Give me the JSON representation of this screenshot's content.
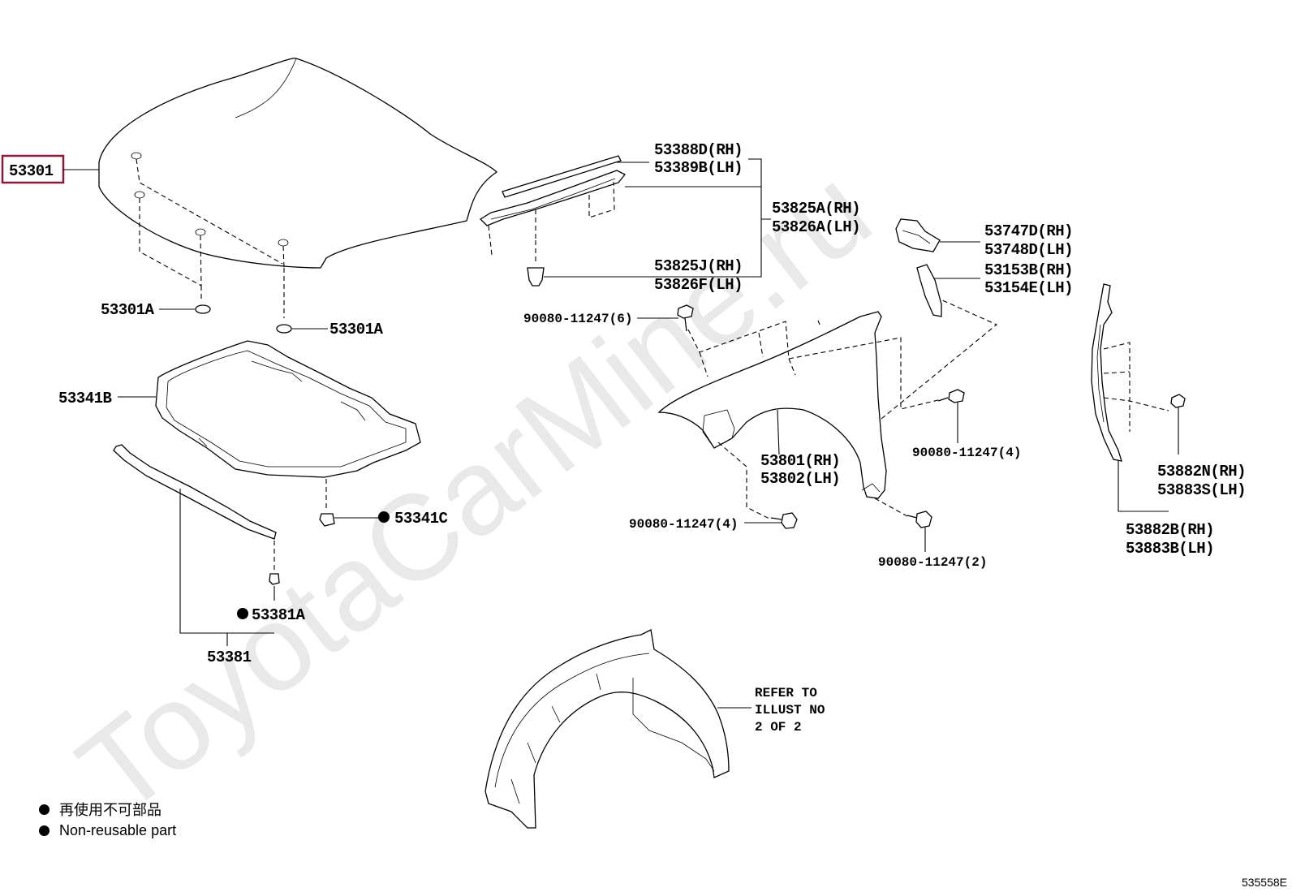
{
  "watermark": "ToyotaCarMine.ru",
  "highlighted_part": "53301",
  "labels": {
    "hood": "53301",
    "hood_cushion_1": "53301A",
    "hood_cushion_2": "53301A",
    "insulator": "53341B",
    "insulator_clip": "53341C",
    "seal": "53381",
    "seal_clip": "53381A",
    "seal_rh": "53388D(RH)",
    "seal_lh": "53389B(LH)",
    "bracket_a_rh": "53825A(RH)",
    "bracket_a_lh": "53826A(LH)",
    "bracket_j_rh": "53825J(RH)",
    "bracket_f_lh": "53826F(LH)",
    "bolt_top": "90080-11247(6)",
    "bracket_747_rh": "53747D(RH)",
    "bracket_748_lh": "53748D(LH)",
    "seal_153_rh": "53153B(RH)",
    "seal_154_lh": "53154E(LH)",
    "fender_rh": "53801(RH)",
    "fender_lh": "53802(LH)",
    "bolt_mid": "90080-11247(4)",
    "bolt_left": "90080-11247(4)",
    "bolt_bottom": "90080-11247(2)",
    "liner_n_rh": "53882N(RH)",
    "liner_s_lh": "53883S(LH)",
    "liner_b_rh": "53882B(RH)",
    "liner_b_lh": "53883B(LH)"
  },
  "refer_note": [
    "REFER TO",
    "ILLUST NO",
    "2 OF 2"
  ],
  "legend": {
    "jp": "再使用不可部品",
    "en": "Non-reusable part"
  },
  "diagram_code": "535558E",
  "colors": {
    "highlight": "#8b1a3a",
    "watermark": "#e9e9e9"
  }
}
